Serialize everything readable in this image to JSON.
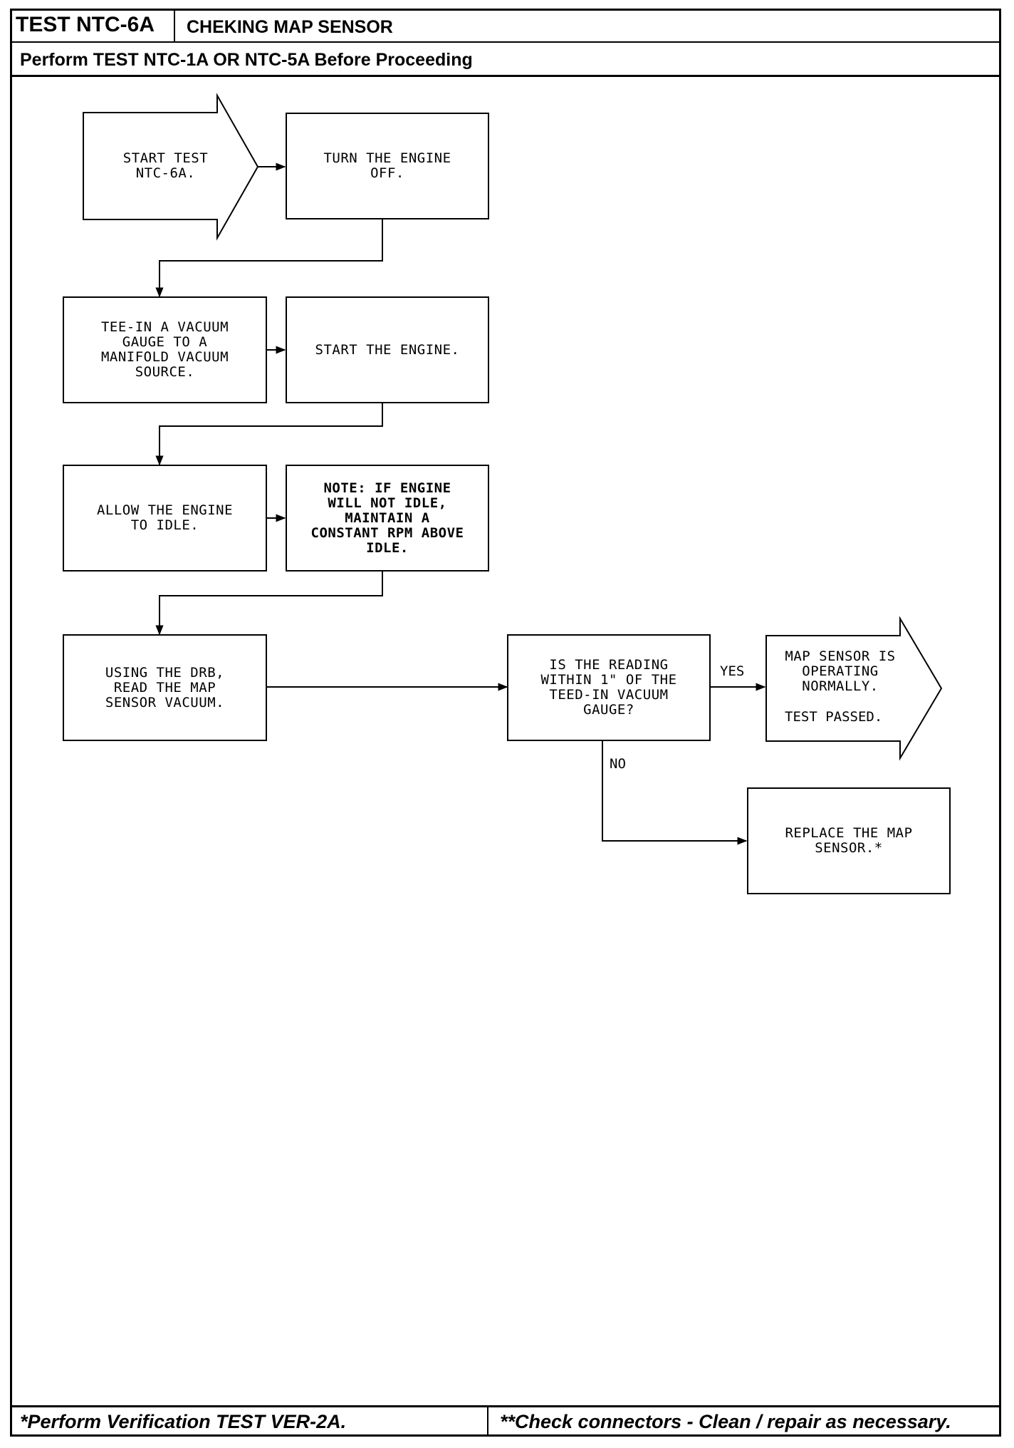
{
  "header": {
    "test_id": "TEST NTC-6A",
    "title": "CHEKING MAP SENSOR",
    "prerequisite": "Perform TEST NTC-1A OR NTC-5A Before Proceeding"
  },
  "flowchart": {
    "start": "START TEST\nNTC-6A.",
    "turn_off": "TURN THE ENGINE\nOFF.",
    "tee_in": "TEE-IN A VACUUM\nGAUGE TO A\nMANIFOLD VACUUM\nSOURCE.",
    "start_engine": "START THE ENGINE.",
    "allow_idle": "ALLOW THE ENGINE\nTO IDLE.",
    "note": "NOTE: IF ENGINE\nWILL NOT IDLE,\nMAINTAIN A\nCONSTANT RPM ABOVE\nIDLE.",
    "read_map": "USING THE DRB,\nREAD THE MAP\nSENSOR VACUUM.",
    "question": "IS THE READING\nWITHIN 1\" OF THE\nTEED-IN VACUUM\nGAUGE?",
    "map_ok": "MAP SENSOR IS\nOPERATING\nNORMALLY.",
    "test_passed": "TEST PASSED.",
    "replace": "REPLACE THE MAP\nSENSOR.*",
    "yes_label": "YES",
    "no_label": "NO"
  },
  "footer": {
    "left_note": "*Perform Verification TEST VER-2A.",
    "right_note": "**Check connectors - Clean / repair as necessary."
  }
}
